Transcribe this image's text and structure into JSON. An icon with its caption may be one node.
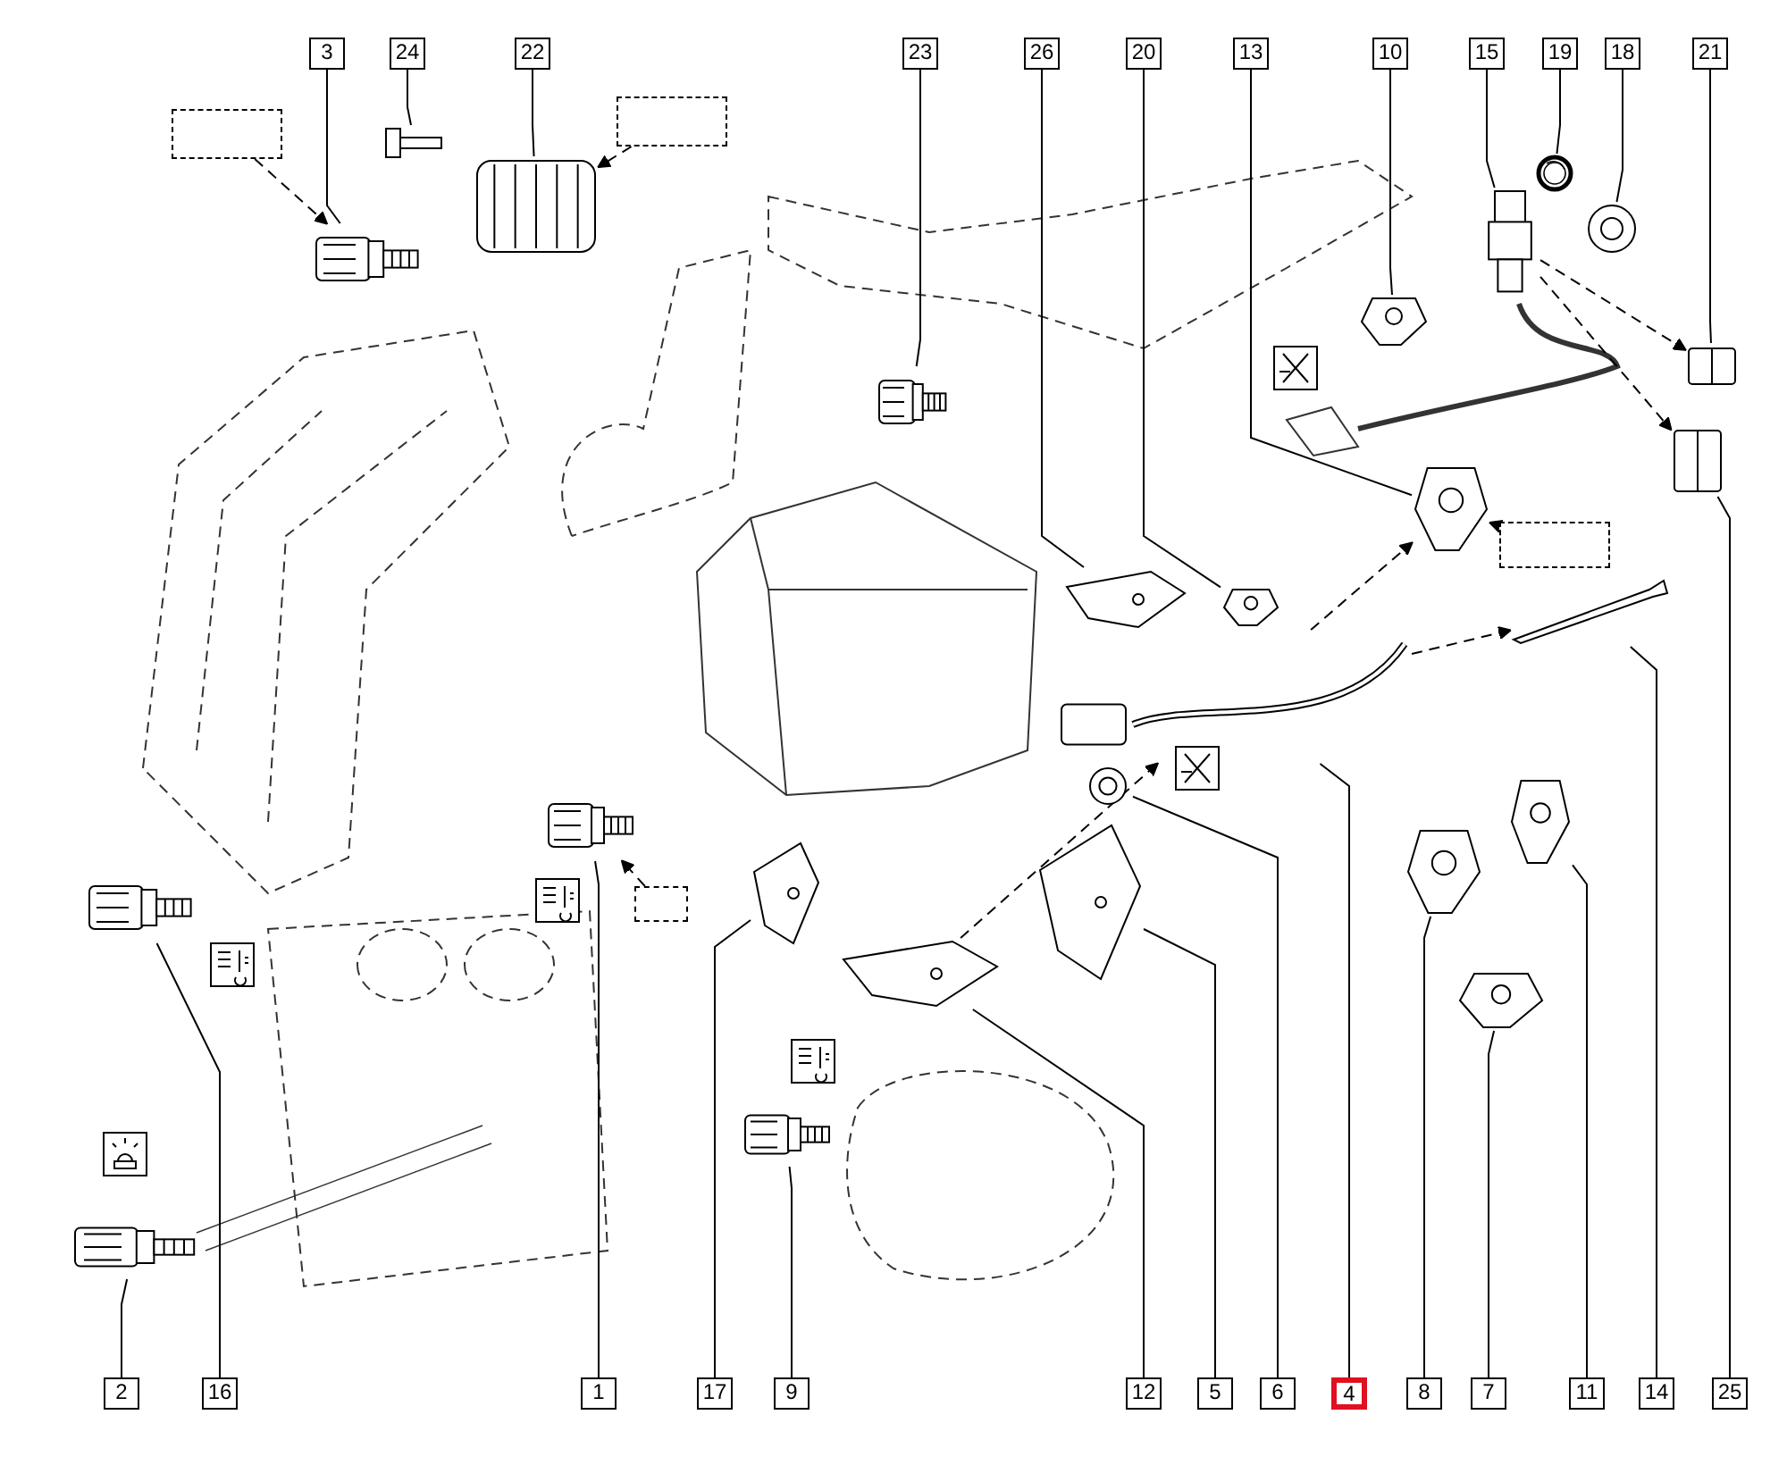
{
  "diagram": {
    "nodes": [
      {
        "text": [
          "3"
        ]
      },
      {
        "text": [
          "24"
        ]
      },
      {
        "text": [
          "22"
        ]
      },
      {
        "text": [
          "23"
        ]
      },
      {
        "text": [
          "26"
        ]
      },
      {
        "text": [
          "20"
        ]
      },
      {
        "text": [
          "13"
        ]
      },
      {
        "text": [
          "10"
        ]
      },
      {
        "text": [
          "15"
        ]
      },
      {
        "text": [
          "19"
        ]
      },
      {
        "text": [
          "18"
        ]
      },
      {
        "text": [
          "21"
        ]
      },
      {
        "text": [
          "2"
        ]
      },
      {
        "text": [
          "16"
        ]
      },
      {
        "text": [
          "1"
        ]
      },
      {
        "text": [
          "17"
        ]
      },
      {
        "text": [
          "9"
        ]
      },
      {
        "text": [
          "12"
        ]
      },
      {
        "text": [
          "5"
        ]
      },
      {
        "text": [
          "6"
        ]
      },
      {
        "text": [
          "4"
        ]
      },
      {
        "text": [
          "8"
        ]
      },
      {
        "text": [
          "7"
        ]
      },
      {
        "text": [
          "11"
        ]
      },
      {
        "text": [
          "14"
        ]
      },
      {
        "text": [
          "25"
        ]
      },
      {
        "text": [],
        "shape": "box"
      },
      {
        "text": [],
        "shape": "box"
      },
      {
        "text": [],
        "shape": "box"
      },
      {
        "text": [],
        "shape": "box"
      },
      {
        "text": [],
        "shape": "picture"
      },
      {
        "text": [],
        "shape": "picture"
      },
      {
        "text": [],
        "shape": "picture"
      },
      {
        "text": [],
        "shape": "picture"
      },
      {
        "text": [],
        "shape": "picture"
      },
      {
        "text": [],
        "shape": "picture"
      },
      {
        "text": [],
        "shape": "picture"
      },
      {
        "text": [],
        "shape": "picture"
      },
      {
        "text": [],
        "shape": "picture"
      },
      {
        "text": [],
        "shape": "picture"
      },
      {
        "text": [],
        "shape": "picture"
      },
      {
        "text": [],
        "shape": "picture"
      },
      {
        "text": [],
        "shape": "picture"
      },
      {
        "text": [],
        "shape": "picture"
      },
      {
        "text": [],
        "shape": "picture"
      },
      {
        "text": [],
        "shape": "picture"
      },
      {
        "text": [],
        "shape": "picture"
      },
      {
        "text": [],
        "shape": "picture"
      },
      {
        "text": [],
        "shape": "picture"
      },
      {
        "text": [],
        "shape": "picture"
      },
      {
        "text": [],
        "shape": "picture"
      },
      {
        "text": [],
        "shape": "picture"
      },
      {
        "text": [],
        "shape": "picture"
      },
      {
        "text": [],
        "shape": "picture"
      },
      {
        "text": [],
        "shape": "picture"
      },
      {
        "text": [],
        "shape": "picture"
      }
    ],
    "edges": [
      {
        "from": 0,
        "to": 30,
        "arrow": "none"
      },
      {
        "from": 1,
        "to": 31,
        "arrow": "none"
      },
      {
        "from": 2,
        "to": 32,
        "arrow": "none"
      },
      {
        "from": 3,
        "to": 33,
        "arrow": "none"
      },
      {
        "from": 4,
        "to": 34,
        "arrow": "none"
      },
      {
        "from": 5,
        "to": 35,
        "arrow": "none"
      },
      {
        "from": 6,
        "to": 36,
        "arrow": "none"
      },
      {
        "from": 7,
        "to": 37,
        "arrow": "none"
      },
      {
        "from": 8,
        "to": 38,
        "arrow": "none"
      },
      {
        "from": 9,
        "to": 39,
        "arrow": "none"
      },
      {
        "from": 10,
        "to": 40,
        "arrow": "none"
      },
      {
        "from": 11,
        "to": 41,
        "arrow": "none"
      },
      {
        "from": 12,
        "to": 42,
        "arrow": "none"
      },
      {
        "from": 13,
        "to": 43,
        "arrow": "none"
      },
      {
        "from": 14,
        "to": 44,
        "arrow": "none"
      },
      {
        "from": 15,
        "to": 45,
        "arrow": "none"
      },
      {
        "from": 16,
        "to": 46,
        "arrow": "none"
      },
      {
        "from": 17,
        "to": 47,
        "arrow": "none"
      },
      {
        "from": 18,
        "to": 48,
        "arrow": "none"
      },
      {
        "from": 19,
        "to": 49,
        "arrow": "none"
      },
      {
        "from": 20,
        "to": 50,
        "arrow": "none"
      },
      {
        "from": 21,
        "to": 51,
        "arrow": "none"
      },
      {
        "from": 22,
        "to": 52,
        "arrow": "none"
      },
      {
        "from": 23,
        "to": 53,
        "arrow": "none"
      },
      {
        "from": 24,
        "to": 54,
        "arrow": "none"
      },
      {
        "from": 25,
        "to": 55,
        "arrow": "none"
      },
      {
        "from": 26,
        "to": 30,
        "arrow": "to",
        "style": "dashed"
      },
      {
        "from": 27,
        "to": 32,
        "arrow": "to",
        "style": "dashed"
      },
      {
        "from": 28,
        "to": 44,
        "arrow": "to",
        "style": "dashed"
      },
      {
        "from": 50,
        "to": 36,
        "arrow": "to",
        "style": "dashed"
      },
      {
        "from": 50,
        "to": 54,
        "arrow": "to",
        "style": "dashed"
      },
      {
        "from": 38,
        "to": 41,
        "arrow": "to",
        "style": "dashed"
      },
      {
        "from": 38,
        "to": 55,
        "arrow": "to",
        "style": "dashed"
      },
      {
        "from": 47,
        "to": 50,
        "arrow": "to",
        "style": "dashed"
      },
      {
        "from": 29,
        "to": 36,
        "arrow": "to",
        "style": "dashed"
      }
    ]
  }
}
